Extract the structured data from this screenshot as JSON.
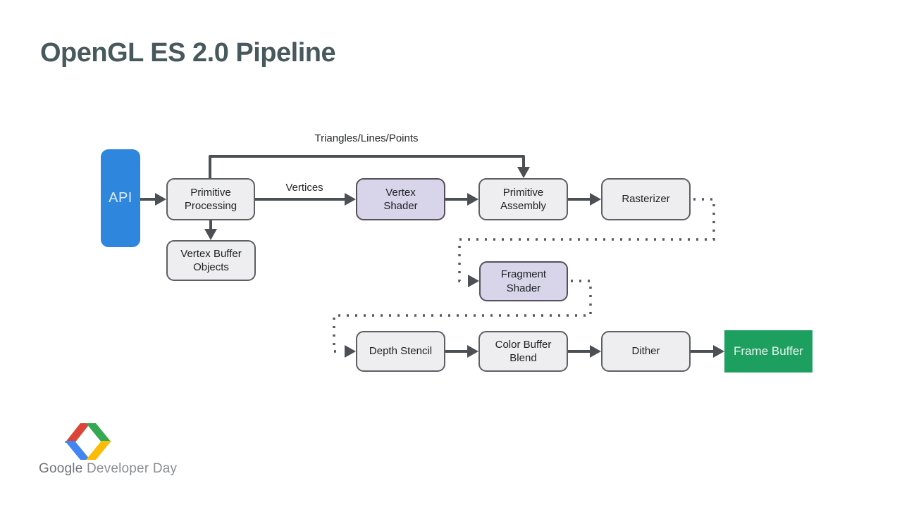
{
  "slide": {
    "title": "OpenGL ES 2.0 Pipeline"
  },
  "diagram": {
    "nodes": [
      {
        "id": "api",
        "label": "API",
        "color": "#2e87dc"
      },
      {
        "id": "primitive-processing",
        "label": "Primitive\nProcessing",
        "color": "#eeedef"
      },
      {
        "id": "vertex-buffer-objects",
        "label": "Vertex Buffer\nObjects",
        "color": "#eeedef"
      },
      {
        "id": "vertex-shader",
        "label": "Vertex\nShader",
        "color": "#d8d4e9"
      },
      {
        "id": "primitive-assembly",
        "label": "Primitive\nAssembly",
        "color": "#eeedef"
      },
      {
        "id": "rasterizer",
        "label": "Rasterizer",
        "color": "#eeedef"
      },
      {
        "id": "fragment-shader",
        "label": "Fragment\nShader",
        "color": "#d8d4e9"
      },
      {
        "id": "depth-stencil",
        "label": "Depth Stencil",
        "color": "#eeedef"
      },
      {
        "id": "color-buffer-blend",
        "label": "Color Buffer\nBlend",
        "color": "#eeedef"
      },
      {
        "id": "dither",
        "label": "Dither",
        "color": "#eeedef"
      },
      {
        "id": "frame-buffer",
        "label": "Frame Buffer",
        "color": "#1d9f5f"
      }
    ],
    "edge_labels": {
      "primitives": "Triangles/Lines/Points",
      "vertices": "Vertices"
    },
    "colors": {
      "arrow": "#4c5055",
      "dotted": "#55585c",
      "box_border": "#5c6064",
      "shader_fill": "#d8d4e9",
      "api_blue": "#2e87dc",
      "framebuffer_green": "#1d9f5f",
      "title_text": "#48595d"
    }
  },
  "footer": {
    "brand": "Google",
    "brand_suffix": " Developer Day"
  }
}
